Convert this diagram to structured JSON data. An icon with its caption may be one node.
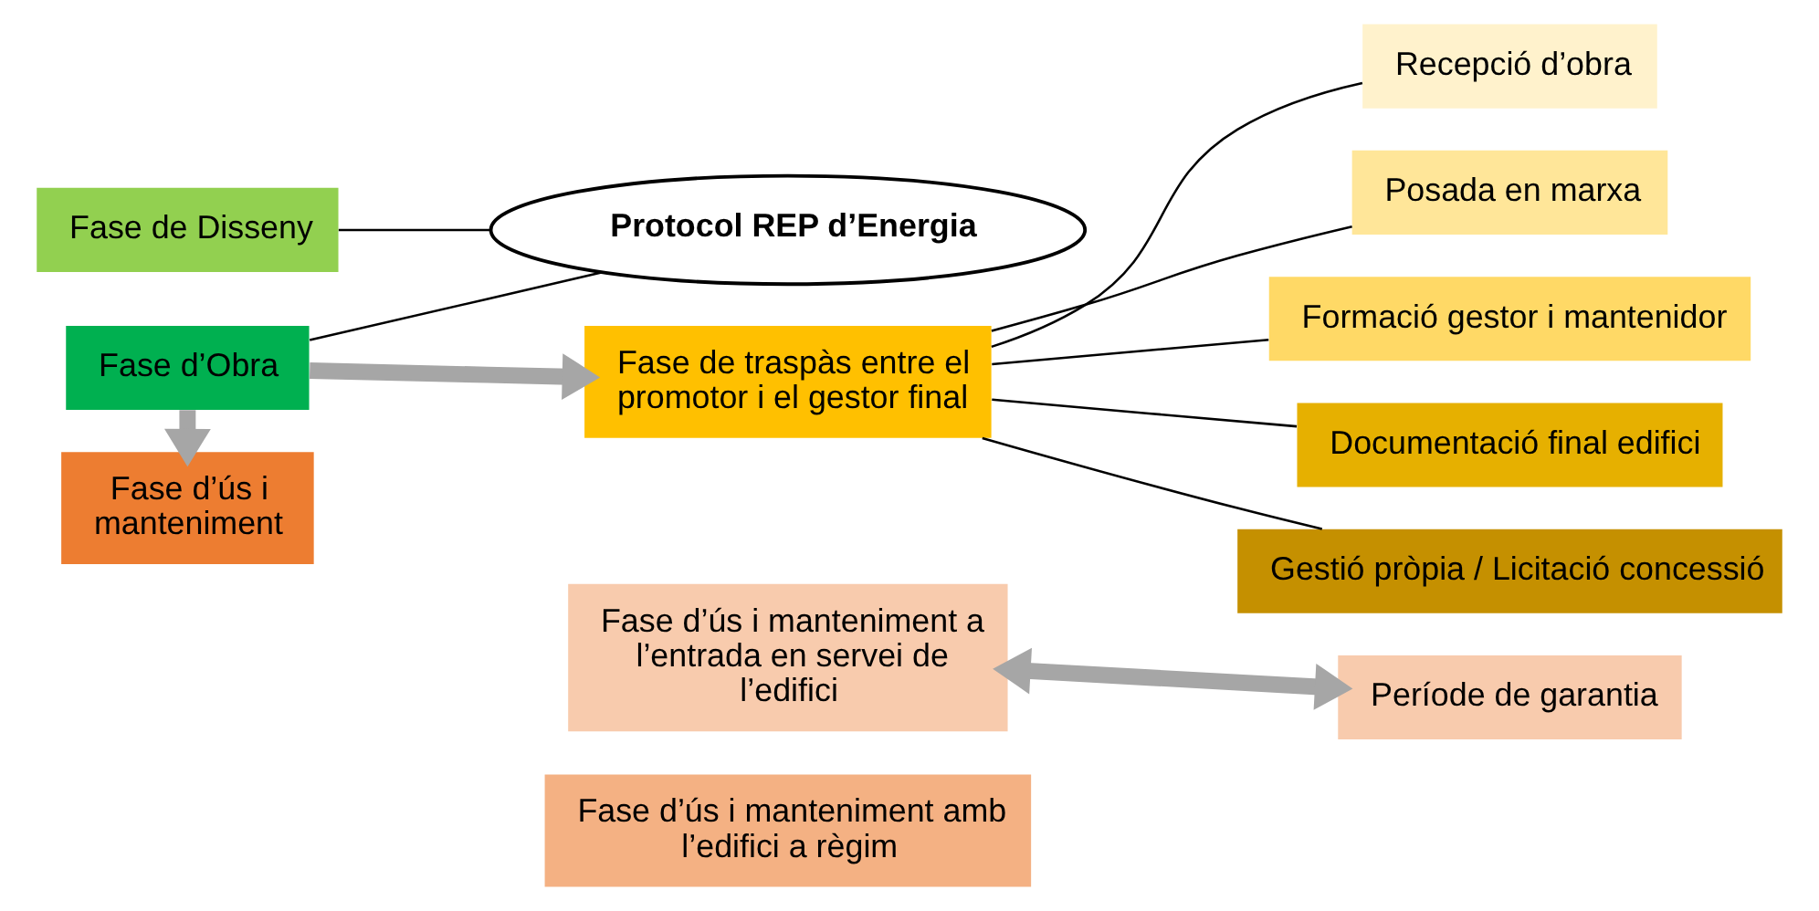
{
  "diagram": {
    "nodes": [
      {
        "text": [
          "Fase de Disseny"
        ]
      },
      {
        "text": [
          "Fase d’Obra"
        ]
      },
      {
        "text": [
          "Protocol REP d’Energia"
        ]
      },
      {
        "text": [
          "Fase de traspàs entre el promotor i el gestor final"
        ]
      },
      {
        "text": [
          "Recepció d’obra"
        ]
      },
      {
        "text": [
          "Posada en marxa"
        ]
      },
      {
        "text": [
          "Formació gestor i mantenidor"
        ]
      },
      {
        "text": [
          "Documentació final edifici"
        ]
      },
      {
        "text": [
          "Gestió pròpia / Licitació concessió"
        ]
      },
      {
        "text": [
          "Fase d’ús i manteniment"
        ]
      },
      {
        "text": [
          "Fase d’ús i manteniment a l’entrada en servei de l’edifici"
        ]
      },
      {
        "text": [
          "Fase d’ús i manteniment amb l’edifici a règim"
        ]
      },
      {
        "text": [
          "Període de garantia"
        ]
      }
    ],
    "edges": [
      {
        "from": 0,
        "to": 2,
        "arrow": "none"
      },
      {
        "from": 1,
        "to": 2,
        "arrow": "none"
      },
      {
        "from": 1,
        "to": 3,
        "arrow": "to",
        "style": "thick",
        "color": "#a6a6a6"
      },
      {
        "from": 1,
        "to": 9,
        "arrow": "to",
        "style": "thick",
        "color": "#a6a6a6"
      },
      {
        "from": 3,
        "to": 4,
        "arrow": "none"
      },
      {
        "from": 3,
        "to": 5,
        "arrow": "none"
      },
      {
        "from": 3,
        "to": 6,
        "arrow": "none"
      },
      {
        "from": 3,
        "to": 7,
        "arrow": "none"
      },
      {
        "from": 3,
        "to": 8,
        "arrow": "none"
      },
      {
        "from": 10,
        "to": 12,
        "arrow": "both",
        "style": "thick",
        "color": "#a6a6a6"
      }
    ]
  }
}
